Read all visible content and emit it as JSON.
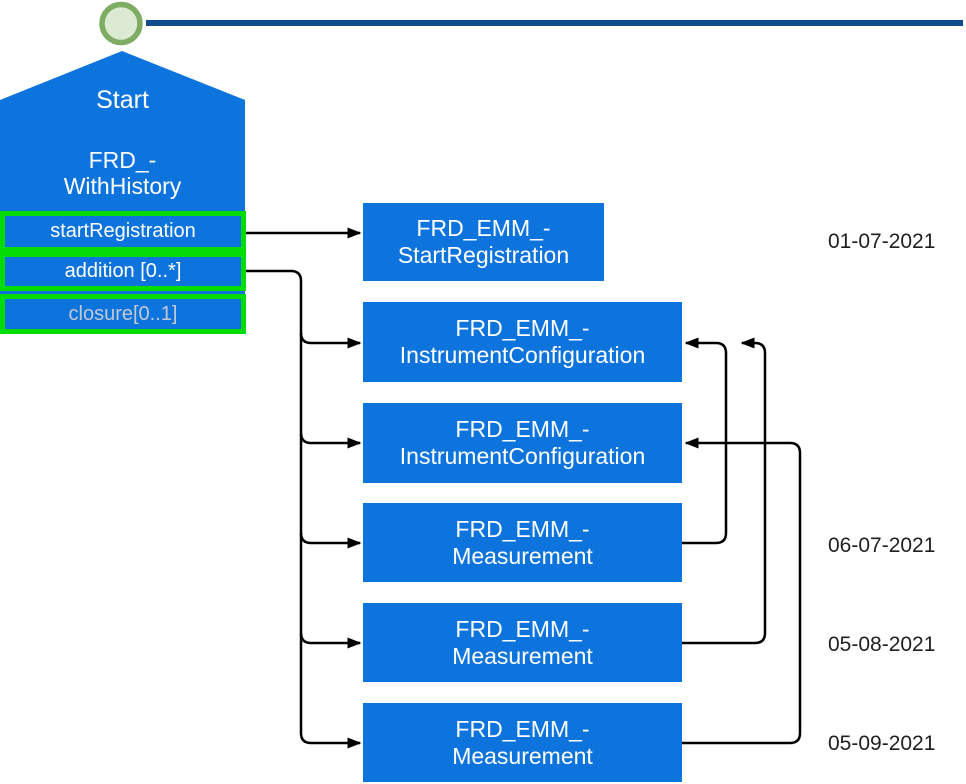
{
  "colors": {
    "node_blue": "#0e74dd",
    "highlight_green": "#05dc05",
    "timeline_navy": "#0f4b8d",
    "circle_stroke_green": "#7dac62",
    "circle_fill_green": "#dcead3",
    "muted_label_gray": "#c3c9d2",
    "connector_black": "#000000"
  },
  "start_node": {
    "title": "Start",
    "name_line1": "FRD_-",
    "name_line2": "WithHistory",
    "operations": [
      {
        "label": "startRegistration"
      },
      {
        "label": "addition [0..*]"
      },
      {
        "label": "closure[0..1]"
      }
    ]
  },
  "event_boxes": [
    {
      "line1": "FRD_EMM_-",
      "line2": "StartRegistration"
    },
    {
      "line1": "FRD_EMM_-",
      "line2": "InstrumentConfiguration"
    },
    {
      "line1": "FRD_EMM_-",
      "line2": "InstrumentConfiguration"
    },
    {
      "line1": "FRD_EMM_-",
      "line2": "Measurement"
    },
    {
      "line1": "FRD_EMM_-",
      "line2": "Measurement"
    },
    {
      "line1": "FRD_EMM_-",
      "line2": "Measurement"
    }
  ],
  "dates": [
    {
      "label": "01-07-2021"
    },
    {
      "label": "06-07-2021"
    },
    {
      "label": "05-08-2021"
    },
    {
      "label": "05-09-2021"
    }
  ]
}
